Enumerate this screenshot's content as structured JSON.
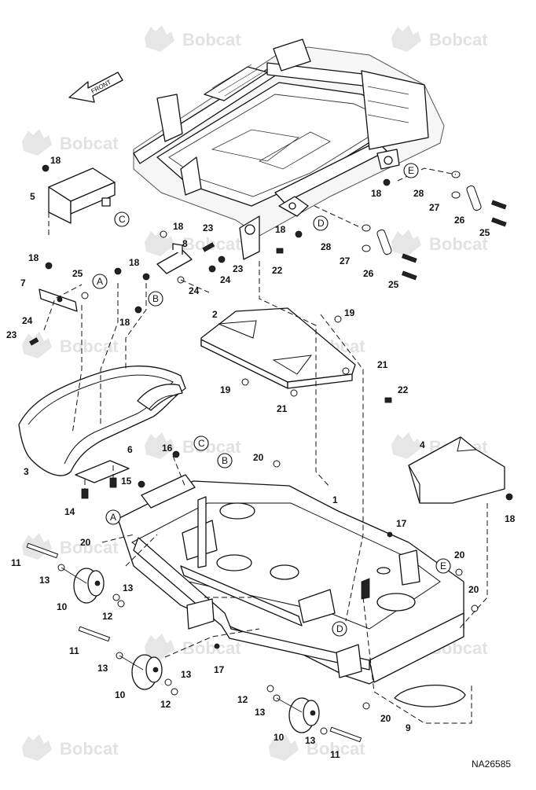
{
  "diagram": {
    "ref_code": "NA26585",
    "direction_label": "FRONT",
    "watermark": {
      "text": "Bobcat",
      "icon": "bobcat-logo-icon"
    },
    "callouts": [
      {
        "n": "1"
      },
      {
        "n": "2"
      },
      {
        "n": "3"
      },
      {
        "n": "4"
      },
      {
        "n": "5"
      },
      {
        "n": "6"
      },
      {
        "n": "7"
      },
      {
        "n": "8"
      },
      {
        "n": "9"
      },
      {
        "n": "10"
      },
      {
        "n": "10"
      },
      {
        "n": "10"
      },
      {
        "n": "11"
      },
      {
        "n": "11"
      },
      {
        "n": "11"
      },
      {
        "n": "12"
      },
      {
        "n": "12"
      },
      {
        "n": "12"
      },
      {
        "n": "13"
      },
      {
        "n": "13"
      },
      {
        "n": "13"
      },
      {
        "n": "13"
      },
      {
        "n": "13"
      },
      {
        "n": "13"
      },
      {
        "n": "14"
      },
      {
        "n": "15"
      },
      {
        "n": "16"
      },
      {
        "n": "17"
      },
      {
        "n": "17"
      },
      {
        "n": "18"
      },
      {
        "n": "18"
      },
      {
        "n": "18"
      },
      {
        "n": "18"
      },
      {
        "n": "18"
      },
      {
        "n": "18"
      },
      {
        "n": "18"
      },
      {
        "n": "18"
      },
      {
        "n": "19"
      },
      {
        "n": "19"
      },
      {
        "n": "20"
      },
      {
        "n": "20"
      },
      {
        "n": "20"
      },
      {
        "n": "20"
      },
      {
        "n": "20"
      },
      {
        "n": "21"
      },
      {
        "n": "21"
      },
      {
        "n": "22"
      },
      {
        "n": "22"
      },
      {
        "n": "23"
      },
      {
        "n": "23"
      },
      {
        "n": "23"
      },
      {
        "n": "24"
      },
      {
        "n": "24"
      },
      {
        "n": "24"
      },
      {
        "n": "25"
      },
      {
        "n": "25"
      },
      {
        "n": "25"
      },
      {
        "n": "26"
      },
      {
        "n": "26"
      },
      {
        "n": "27"
      },
      {
        "n": "27"
      },
      {
        "n": "28"
      },
      {
        "n": "28"
      }
    ],
    "letters": [
      {
        "l": "A"
      },
      {
        "l": "A"
      },
      {
        "l": "B"
      },
      {
        "l": "B"
      },
      {
        "l": "C"
      },
      {
        "l": "C"
      },
      {
        "l": "D"
      },
      {
        "l": "D"
      },
      {
        "l": "E"
      },
      {
        "l": "E"
      }
    ]
  }
}
